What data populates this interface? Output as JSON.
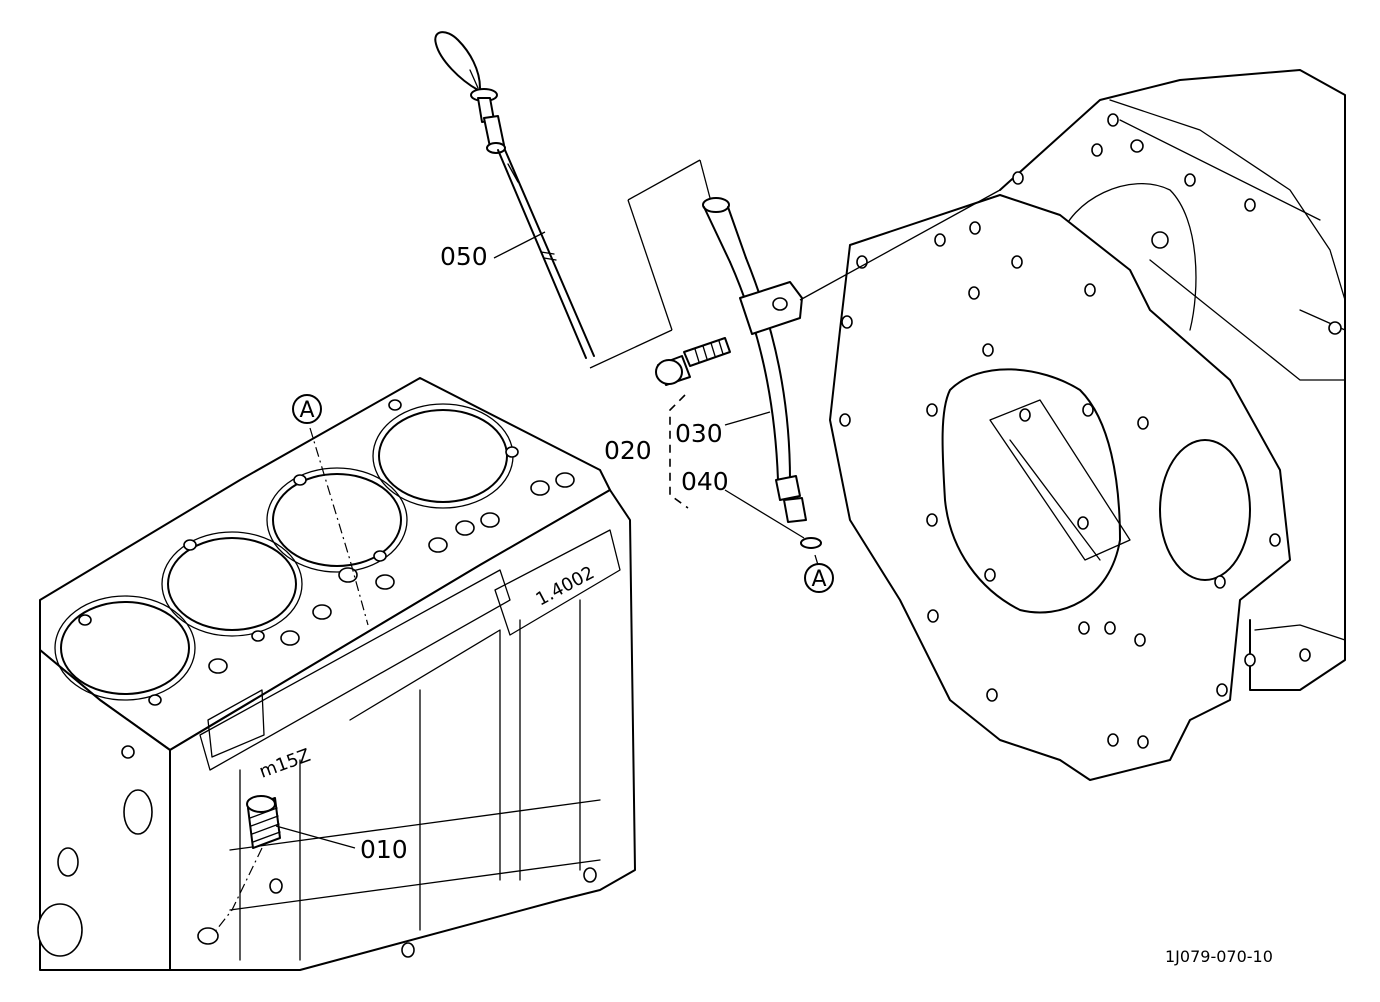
{
  "diagram": {
    "part_labels": {
      "p010": "010",
      "p020": "020",
      "p030": "030",
      "p040": "040",
      "p050": "050"
    },
    "reference_marks": {
      "upper": "A",
      "lower": "A"
    },
    "block_markings": {
      "casting_number": "1.4002",
      "model_mark": "m15Z"
    },
    "drawing_id": "1J079-070-10"
  }
}
